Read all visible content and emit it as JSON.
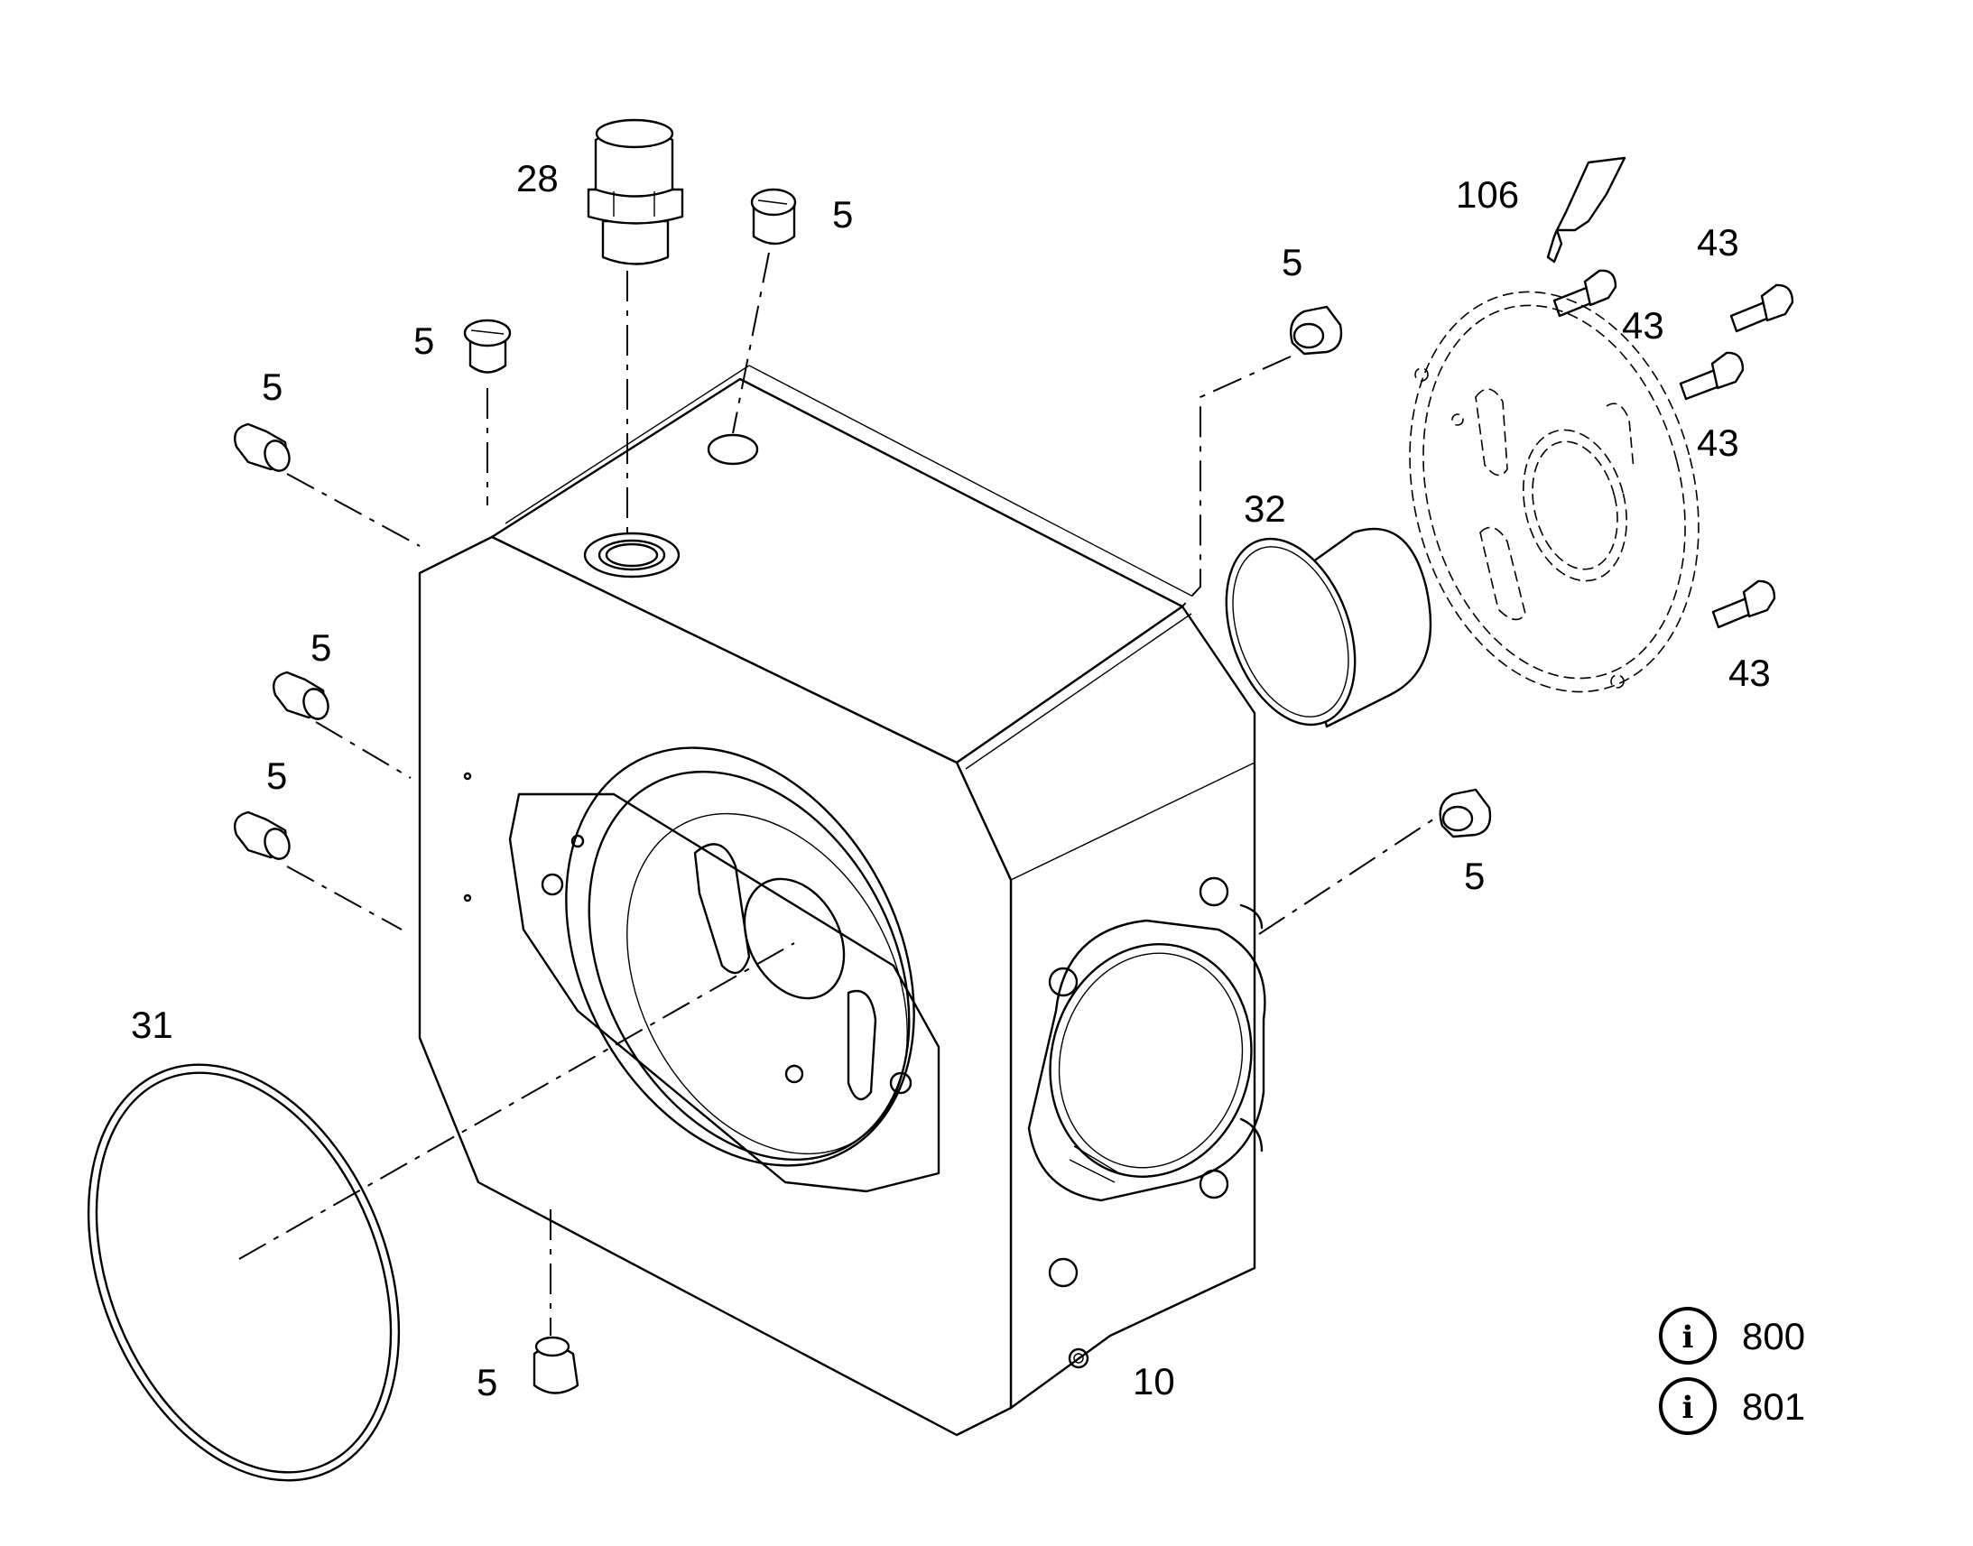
{
  "callouts": {
    "c28": "28",
    "c5a": "5",
    "c5b": "5",
    "c5c": "5",
    "c5d": "5",
    "c5e": "5",
    "c5f": "5",
    "c5g": "5",
    "c5h": "5",
    "c106": "106",
    "c43a": "43",
    "c43b": "43",
    "c43c": "43",
    "c43d": "43",
    "c32": "32",
    "c31": "31",
    "c10": "10"
  },
  "info_refs": {
    "icon_glyph": "i",
    "icon": "info-circle-icon",
    "ref1": "800",
    "ref2": "801"
  }
}
